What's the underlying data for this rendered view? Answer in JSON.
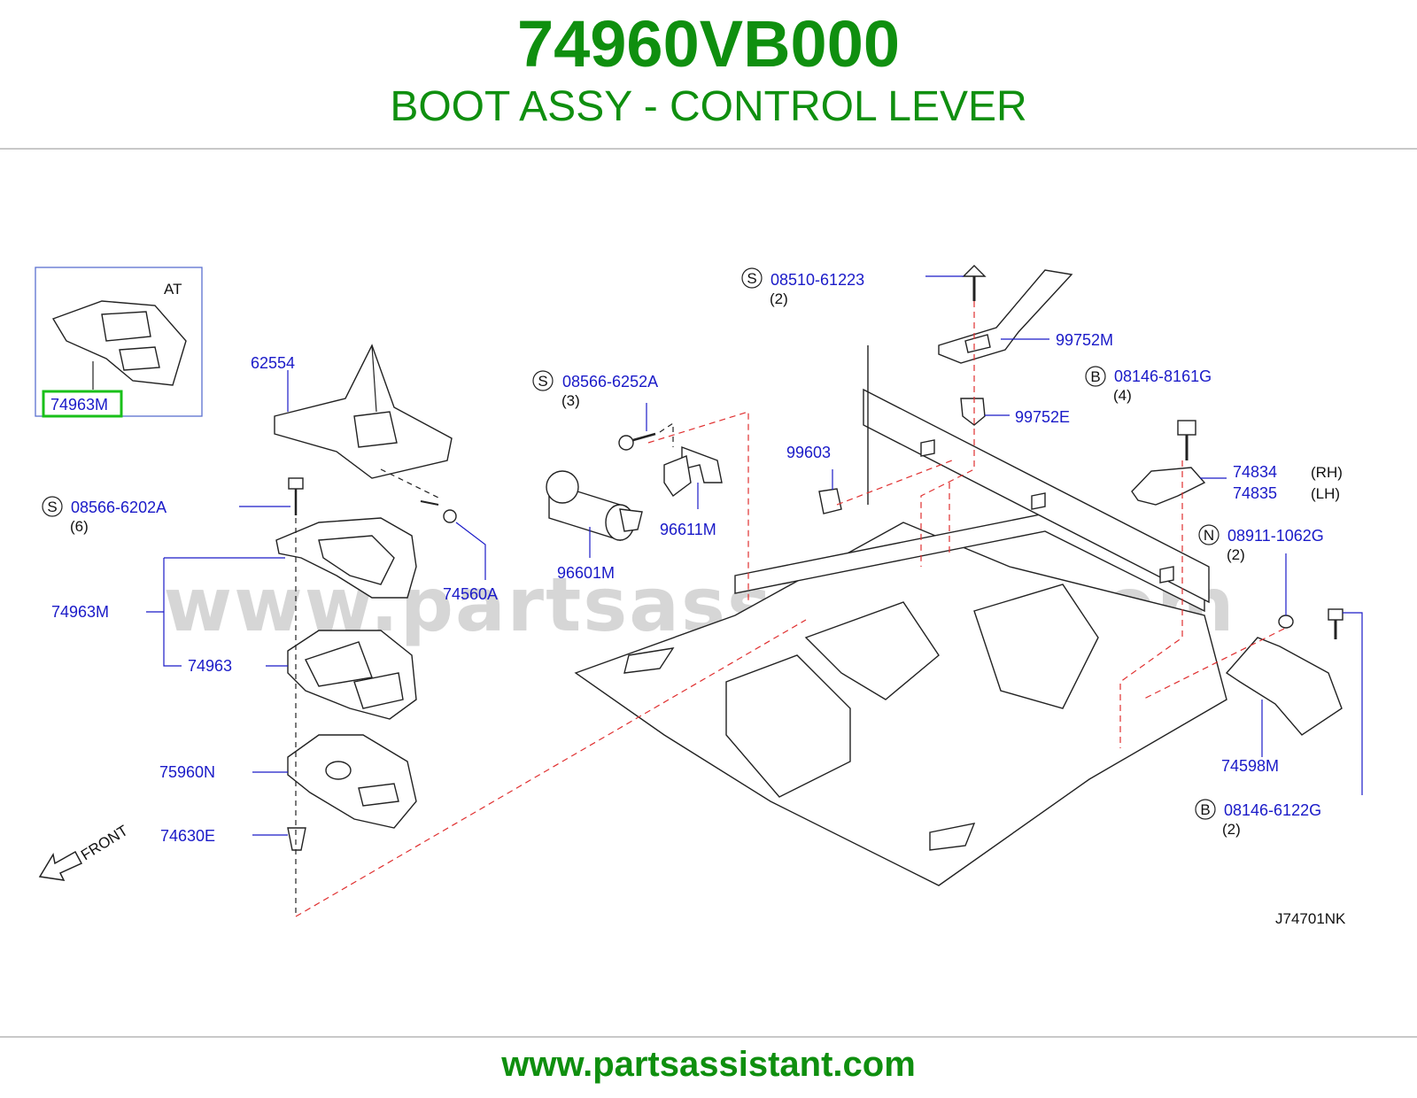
{
  "header": {
    "part_number": "74960VB000",
    "part_name": "BOOT ASSY - CONTROL LEVER"
  },
  "diagram": {
    "watermark": "www.partsassistant.com",
    "inset_label": "AT",
    "inset_part": "74963M",
    "front_label": "FRONT",
    "diagram_code": "J74701NK",
    "callouts": {
      "p62554": "62554",
      "s1_code": "S",
      "s1_part": "08566-6202A",
      "s1_qty": "(6)",
      "p74963M": "74963M",
      "p74963": "74963",
      "p74560A": "74560A",
      "p75960N": "75960N",
      "p74630E": "74630E",
      "s2_code": "S",
      "s2_part": "08566-6252A",
      "s2_qty": "(3)",
      "p96611M": "96611M",
      "p96601M": "96601M",
      "p99603": "99603",
      "s3_code": "S",
      "s3_part": "08510-61223",
      "s3_qty": "(2)",
      "p99752M": "99752M",
      "p99752E": "99752E",
      "b1_code": "B",
      "b1_part": "08146-8161G",
      "b1_qty": "(4)",
      "p74834": "74834",
      "p74834_side": "(RH)",
      "p74835": "74835",
      "p74835_side": "(LH)",
      "n1_code": "N",
      "n1_part": "08911-1062G",
      "n1_qty": "(2)",
      "p74598M": "74598M",
      "b2_code": "B",
      "b2_part": "08146-6122G",
      "b2_qty": "(2)"
    }
  },
  "footer": {
    "url": "www.partsassistant.com"
  },
  "colors": {
    "title_green": "#0f8f0f",
    "label_blue": "#1a1ac8",
    "dash_red": "#e03030",
    "highlight_green": "#19c019"
  }
}
